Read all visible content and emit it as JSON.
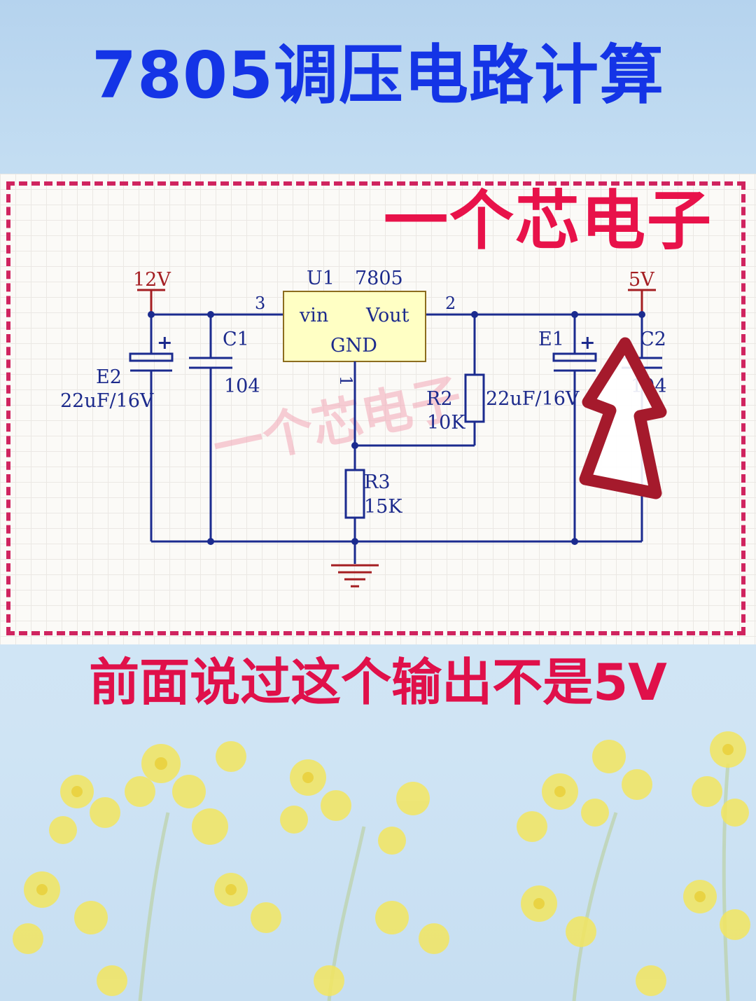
{
  "title": "7805调压电路计算",
  "brand": "一个芯电子",
  "caption": "前面说过这个输出不是5V",
  "watermark": "一个芯电子",
  "schematic": {
    "input_power_label": "12V",
    "output_power_label": "5V",
    "regulator": {
      "designator": "U1",
      "part": "7805",
      "pin_in_label": "vin",
      "pin_out_label": "Vout",
      "pin_gnd_label": "GND",
      "pin_in_number": "3",
      "pin_out_number": "2",
      "pin_gnd_number": "1"
    },
    "E2": {
      "designator": "E2",
      "value": "22uF/16V",
      "polarity": "+"
    },
    "C1": {
      "designator": "C1",
      "value": "104"
    },
    "R2": {
      "designator": "R2",
      "value": "10K"
    },
    "R3": {
      "designator": "R3",
      "value": "15K"
    },
    "E1": {
      "designator": "E1",
      "value": "22uF/16V",
      "polarity": "+"
    },
    "C2": {
      "designator": "C2",
      "value": "104"
    }
  },
  "colors": {
    "title": "#1434e6",
    "brand": "#e8124a",
    "caption": "#e0104a",
    "frame": "#d0245f",
    "wire": "#1b2b8f",
    "power": "#a41e22",
    "regulator_fill": "#ffffc4",
    "arrow": "#a51a2c"
  }
}
